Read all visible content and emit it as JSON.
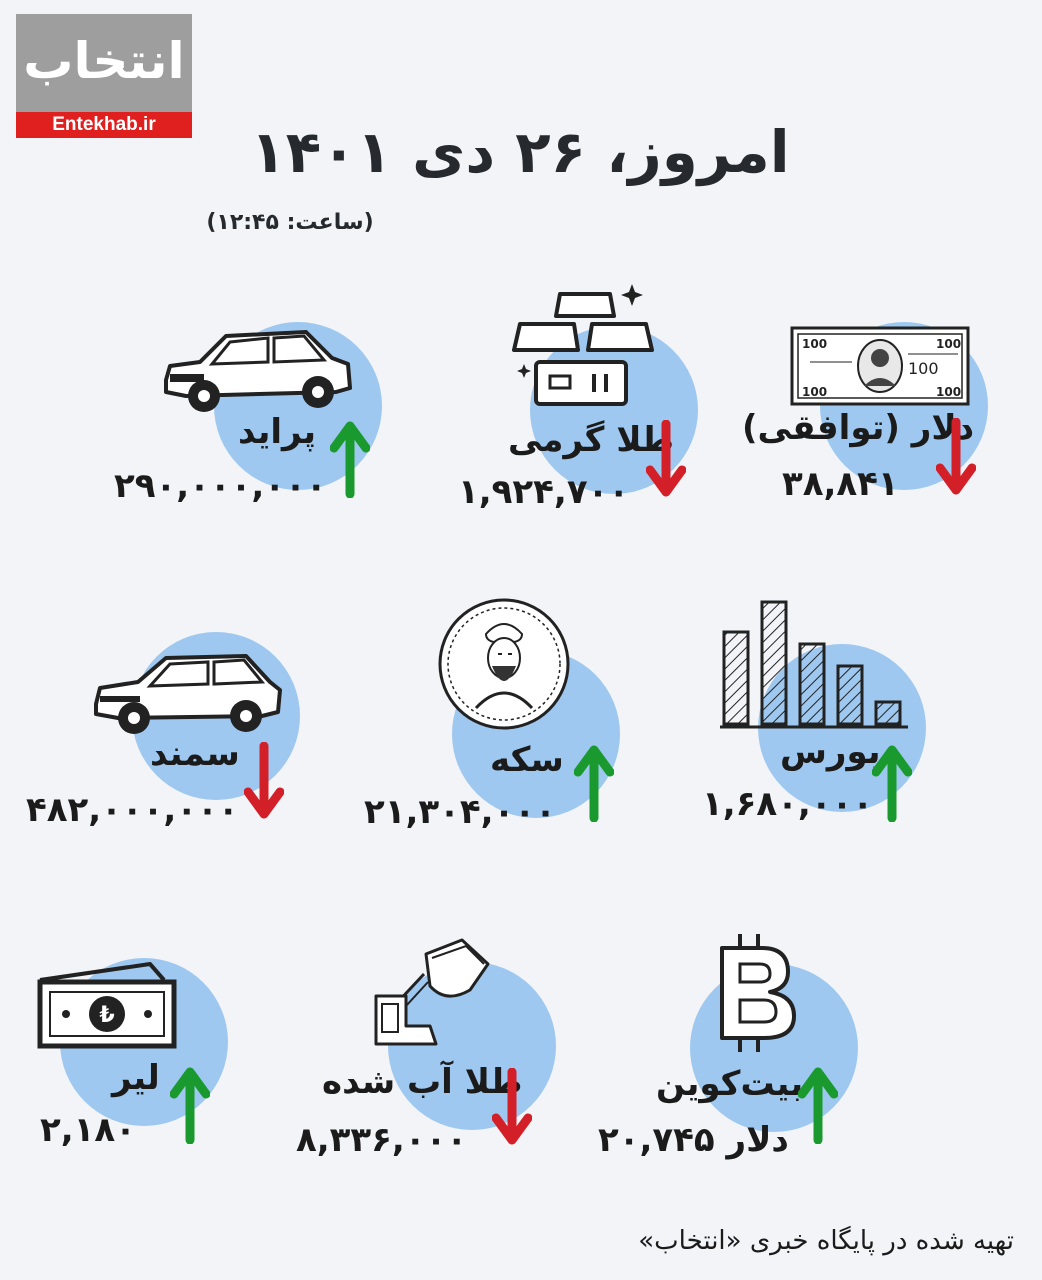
{
  "logo": {
    "mark": "انتخاب",
    "site": "Entekhab.ir"
  },
  "header": {
    "title": "امروز، ۲۶ دی ۱۴۰۱",
    "time": "(ساعت: ۱۲:۴۵)"
  },
  "items": [
    {
      "label": "دلار (توافقی)",
      "value": "۳۸,۸۴۱",
      "trend": "down",
      "icon": "dollar-bill-icon"
    },
    {
      "label": "طلا گرمی",
      "value": "۱,۹۲۴,۷۰۰",
      "trend": "down",
      "icon": "gold-bars-icon"
    },
    {
      "label": "پراید",
      "value": "۲۹۰,۰۰۰,۰۰۰",
      "trend": "up",
      "icon": "car-pride-icon"
    },
    {
      "label": "بورس",
      "value": "۱,۶۸۰,۰۰۰",
      "trend": "up",
      "icon": "bar-chart-icon"
    },
    {
      "label": "سکه",
      "value": "۲۱,۳۰۴,۰۰۰",
      "trend": "up",
      "icon": "gold-coin-icon"
    },
    {
      "label": "سمند",
      "value": "۴۸۲,۰۰۰,۰۰۰",
      "trend": "down",
      "icon": "car-samand-icon"
    },
    {
      "label": "بیت‌کوین",
      "value": "۲۰,۷۴۵ دلار",
      "trend": "up",
      "icon": "bitcoin-icon"
    },
    {
      "label": "طلا آب شده",
      "value": "۸,۳۳۶,۰۰۰",
      "trend": "down",
      "icon": "molten-gold-icon"
    },
    {
      "label": "لیر",
      "value": "۲,۱۸۰",
      "trend": "up",
      "icon": "lira-note-icon"
    }
  ],
  "colors": {
    "up": "#1a9a2e",
    "down": "#d32028",
    "circle": "#9ec8ef",
    "background": "#f2f4f7"
  },
  "footer": {
    "text": "تهیه شده در پایگاه خبری «انتخاب»"
  }
}
